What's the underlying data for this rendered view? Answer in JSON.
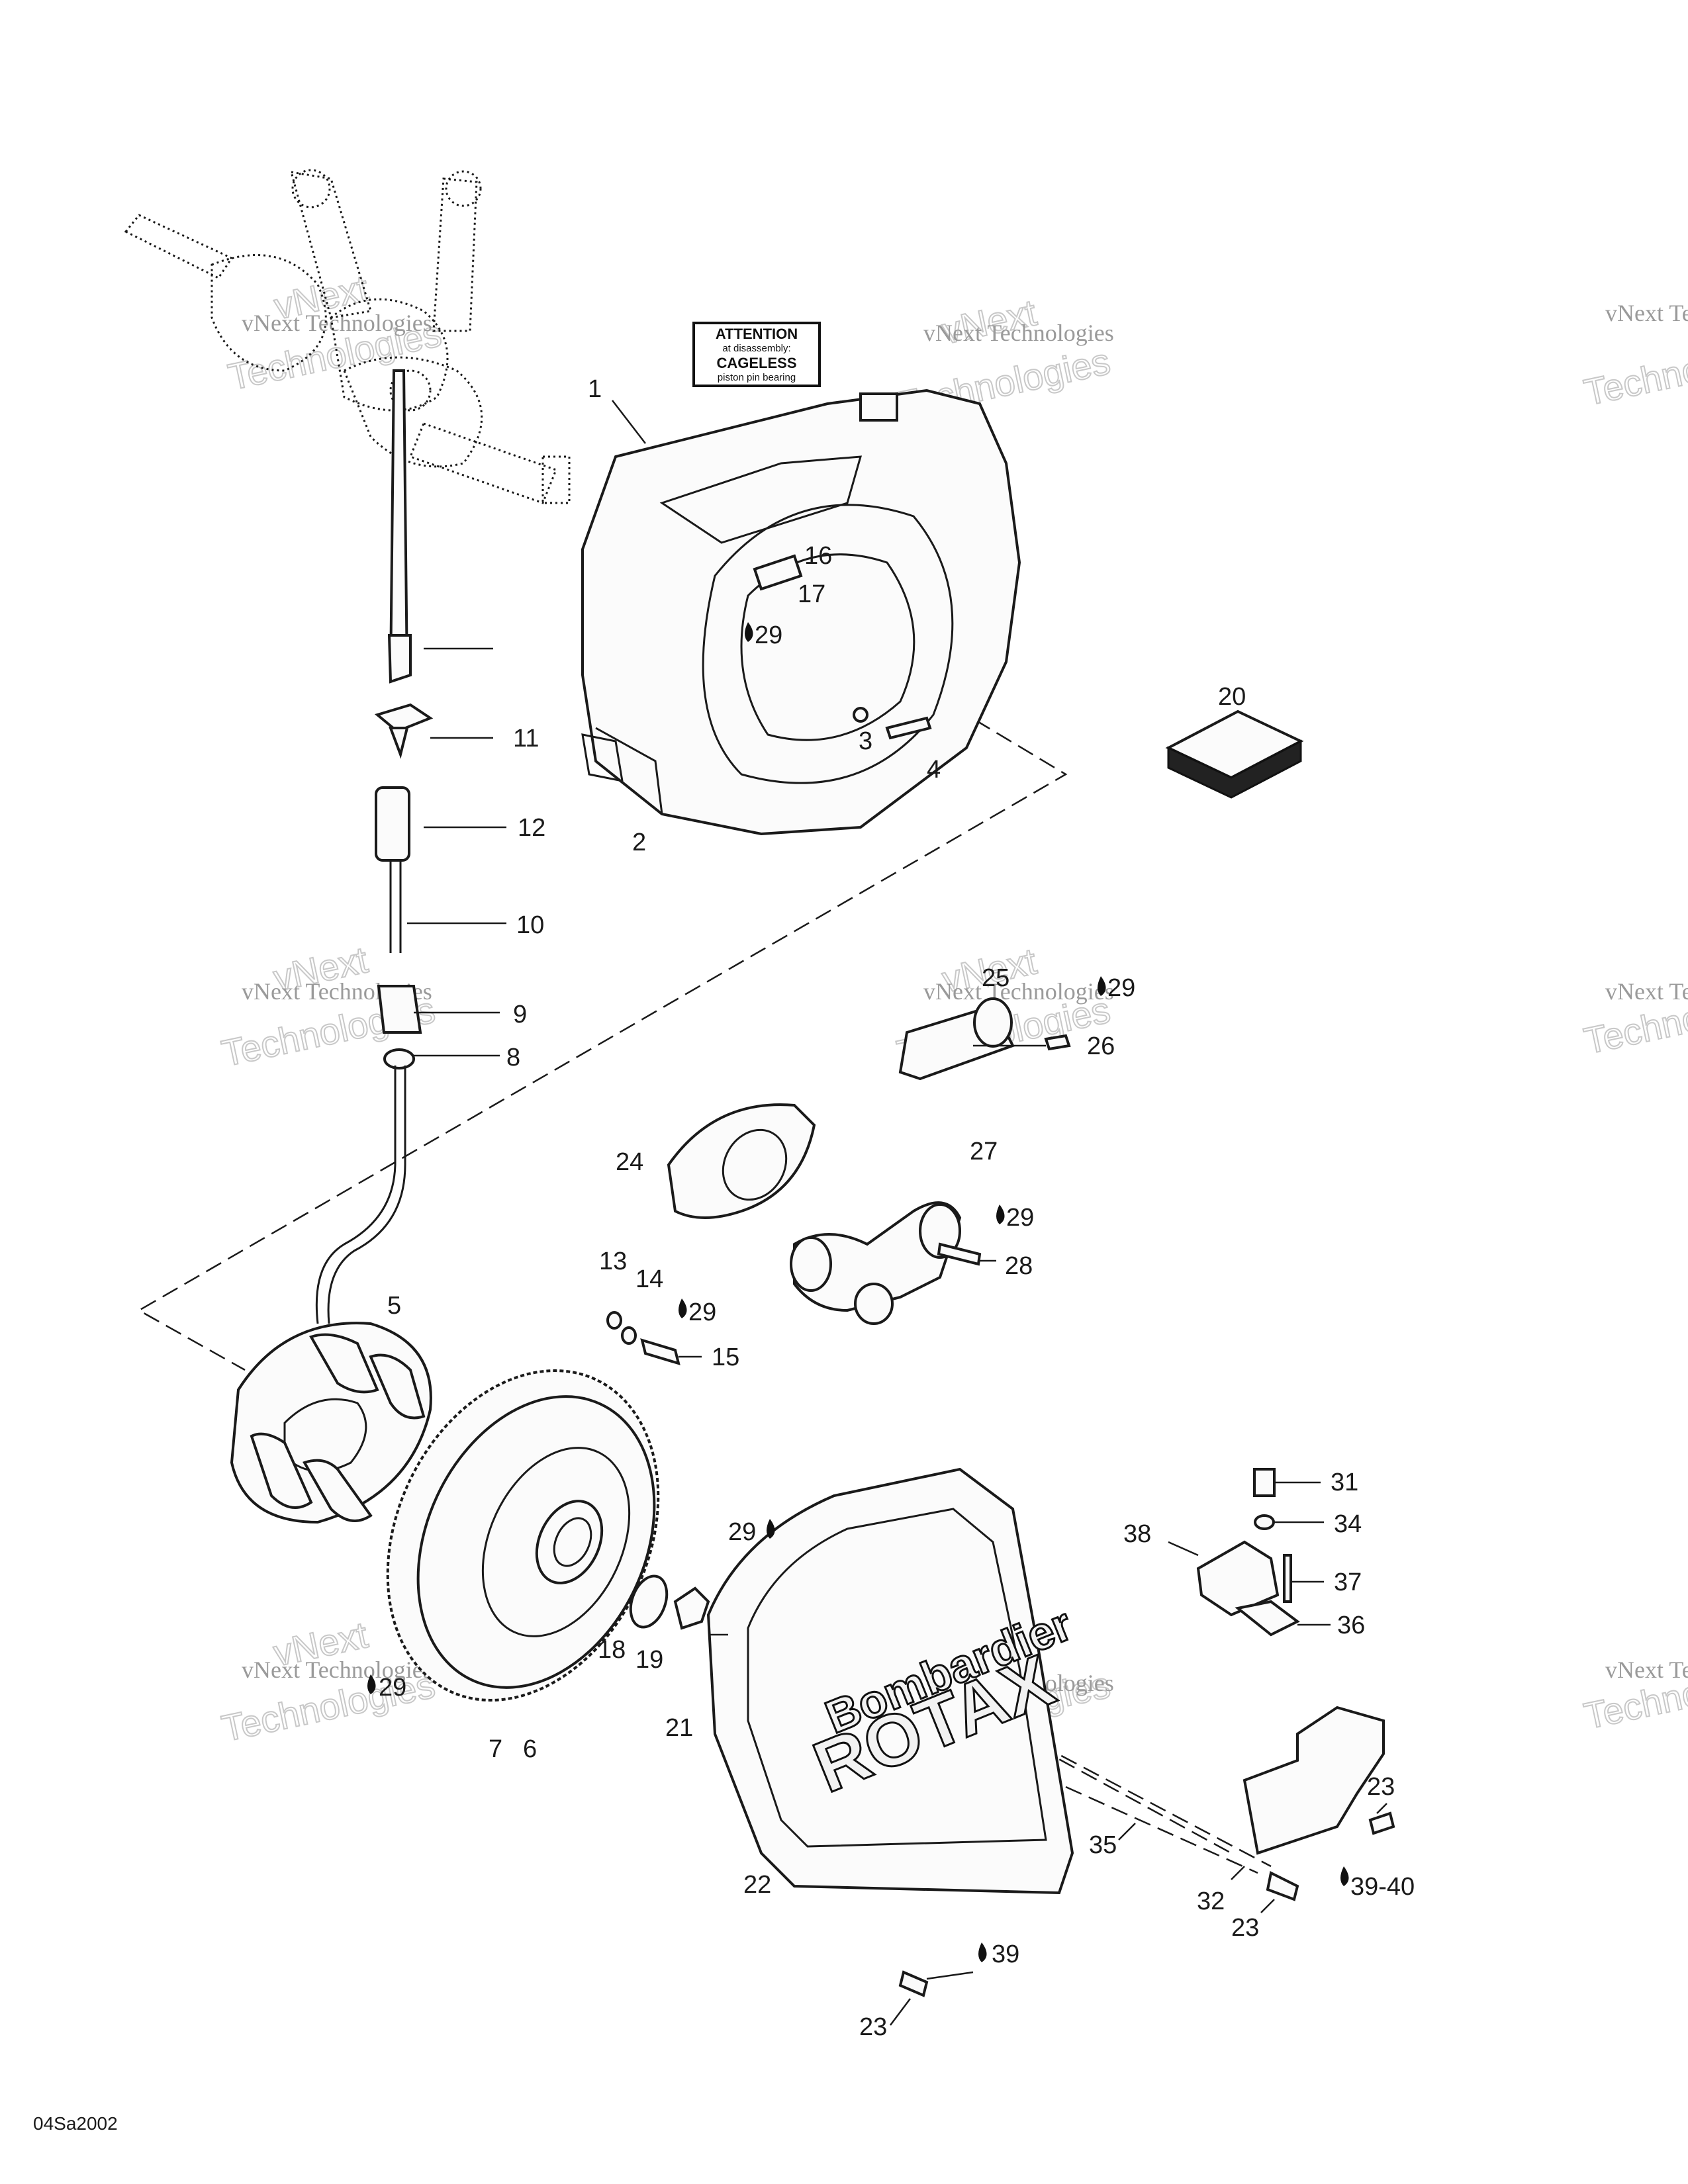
{
  "attention_sign": {
    "line1": "ATTENTION",
    "line2": "at disassembly:",
    "line3": "CAGELESS",
    "line4": "piston pin bearing"
  },
  "cover_logo": {
    "line1": "Bombardier",
    "line2": "ROTAX"
  },
  "watermark": {
    "line1": "vNext Technologies",
    "line2": "vNext",
    "line3": "Technologies"
  },
  "callouts": {
    "c1": "1",
    "c2": "2",
    "c3": "3",
    "c4": "4",
    "c5": "5",
    "c6": "6",
    "c7": "7",
    "c8": "8",
    "c9": "9",
    "c10": "10",
    "c11": "11",
    "c12": "12",
    "c13": "13",
    "c14": "14",
    "c15": "15",
    "c16": "16",
    "c17": "17",
    "c18": "18",
    "c19": "19",
    "c20": "20",
    "c21": "21",
    "c22": "22",
    "c23a": "23",
    "c23b": "23",
    "c23c": "23",
    "c24": "24",
    "c25": "25",
    "c26": "26",
    "c27": "27",
    "c28": "28",
    "c29a": "29",
    "c29b": "29",
    "c29c": "29",
    "c29d": "29",
    "c29e": "29",
    "c29f": "29",
    "c31": "31",
    "c32": "32",
    "c34": "34",
    "c35": "35",
    "c36": "36",
    "c37": "37",
    "c38": "38",
    "c39": "39",
    "c3940": "39-40"
  },
  "footer": {
    "code": "04Sa2002"
  },
  "colors": {
    "ink": "#1a1a1a",
    "watermark": "#9a9a9a",
    "background": "#ffffff"
  }
}
